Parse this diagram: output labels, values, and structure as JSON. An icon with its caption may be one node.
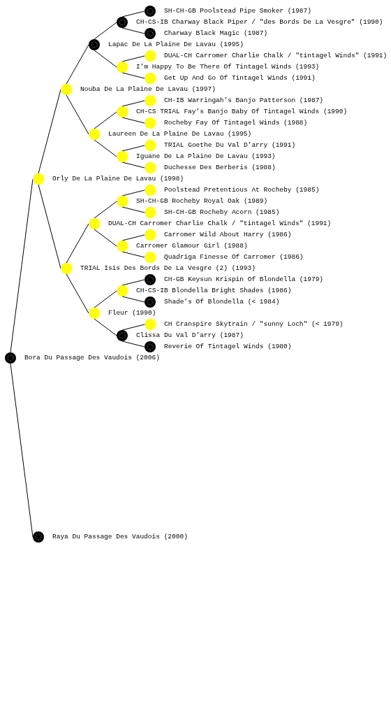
{
  "diagram": {
    "nodes": [
      {
        "text": [
          "SH-CH-GB Poolstead Pipe Smoker (1987)"
        ]
      },
      {
        "text": [
          "CH-CS-IB Charway Black Piper / \"des Bords De La Vesgre\" (1990)"
        ]
      },
      {
        "text": [
          "Charway Black Magic (1987)"
        ]
      },
      {
        "text": [
          "Lapac De La Plaine De Lavau (1995)"
        ]
      },
      {
        "text": [
          "DUAL-CH Carromer Charlie Chalk / \"tintagel Winds\" (1991)"
        ]
      },
      {
        "text": [
          "I’m Happy To Be There Of Tintagel Winds (1993)"
        ]
      },
      {
        "text": [
          "Get Up And Go Of Tintagel Winds (1991)"
        ]
      },
      {
        "text": [
          "Nouba De La Plaine De Lavau (1997)"
        ]
      },
      {
        "text": [
          "CH-IB Warringah’s Banjo Patterson (1987)"
        ]
      },
      {
        "text": [
          "CH-CS TRIAL Fay’s Banjo Baby Of Tintagel Winds (1990)"
        ]
      },
      {
        "text": [
          "Rocheby Fay Of Tintagel Winds (1988)"
        ]
      },
      {
        "text": [
          "Laureen De La Plaine De Lavau (1995)"
        ]
      },
      {
        "text": [
          "TRIAL Goethe Du Val D’arry (1991)"
        ]
      },
      {
        "text": [
          "Iguane De La Plaine De Lavau (1993)"
        ]
      },
      {
        "text": [
          "Duchesse Des Berberis (1988)"
        ]
      },
      {
        "text": [
          "Orly De La Plaine De Lavau (1998)"
        ]
      },
      {
        "text": [
          "Poolstead Pretentious At Rocheby (1985)"
        ]
      },
      {
        "text": [
          "SH-CH-GB Rocheby Royal Oak (1989)"
        ]
      },
      {
        "text": [
          "SH-CH-GB Rocheby Acorn (1985)"
        ]
      },
      {
        "text": [
          "DUAL-CH Carromer Charlie Chalk / \"tintagel Winds\" (1991)"
        ]
      },
      {
        "text": [
          "Carromer Wild About Harry (1986)"
        ]
      },
      {
        "text": [
          "Carromer Glamour Girl (1988)"
        ]
      },
      {
        "text": [
          "Quadriga Finesse Of Carromer (1986)"
        ]
      },
      {
        "text": [
          "TRIAL Isis Des Bords De La Vesgre (2) (1993)"
        ]
      },
      {
        "text": [
          "CH-GB Keysun Krispin Of Blondella (1979)"
        ]
      },
      {
        "text": [
          "CH-CS-IB Blondella Bright Shades (1986)"
        ]
      },
      {
        "text": [
          "Shade’s Of Blondella (< 1984)"
        ]
      },
      {
        "text": [
          "Fleur (1990)"
        ]
      },
      {
        "text": [
          "CH Cranspire Skytrain / \"sunny Loch\" (< 1979)"
        ]
      },
      {
        "text": [
          "Clissa Du Val D’arry (1987)"
        ]
      },
      {
        "text": [
          "Reverie Of Tintagel Winds (1980)"
        ]
      },
      {
        "text": [
          "Bora Du Passage Des Vaudois (2006)"
        ]
      },
      {
        "text": [
          "Raya Du Passage Des Vaudois (2000)"
        ]
      }
    ],
    "edges": [
      {
        "from": 31,
        "to": 15,
        "arrow": "none"
      },
      {
        "from": 31,
        "to": 32,
        "arrow": "none"
      },
      {
        "from": 15,
        "to": 7,
        "arrow": "none"
      },
      {
        "from": 15,
        "to": 23,
        "arrow": "none"
      },
      {
        "from": 7,
        "to": 3,
        "arrow": "none"
      },
      {
        "from": 7,
        "to": 11,
        "arrow": "none"
      },
      {
        "from": 23,
        "to": 19,
        "arrow": "none"
      },
      {
        "from": 23,
        "to": 27,
        "arrow": "none"
      },
      {
        "from": 3,
        "to": 1,
        "arrow": "none"
      },
      {
        "from": 3,
        "to": 5,
        "arrow": "none"
      },
      {
        "from": 11,
        "to": 9,
        "arrow": "none"
      },
      {
        "from": 11,
        "to": 13,
        "arrow": "none"
      },
      {
        "from": 19,
        "to": 17,
        "arrow": "none"
      },
      {
        "from": 19,
        "to": 21,
        "arrow": "none"
      },
      {
        "from": 27,
        "to": 25,
        "arrow": "none"
      },
      {
        "from": 27,
        "to": 29,
        "arrow": "none"
      },
      {
        "from": 1,
        "to": 0,
        "arrow": "none"
      },
      {
        "from": 1,
        "to": 2,
        "arrow": "none"
      },
      {
        "from": 5,
        "to": 4,
        "arrow": "none"
      },
      {
        "from": 5,
        "to": 6,
        "arrow": "none"
      },
      {
        "from": 9,
        "to": 8,
        "arrow": "none"
      },
      {
        "from": 9,
        "to": 10,
        "arrow": "none"
      },
      {
        "from": 13,
        "to": 12,
        "arrow": "none"
      },
      {
        "from": 13,
        "to": 14,
        "arrow": "none"
      },
      {
        "from": 17,
        "to": 16,
        "arrow": "none"
      },
      {
        "from": 17,
        "to": 18,
        "arrow": "none"
      },
      {
        "from": 21,
        "to": 20,
        "arrow": "none"
      },
      {
        "from": 21,
        "to": 22,
        "arrow": "none"
      },
      {
        "from": 25,
        "to": 24,
        "arrow": "none"
      },
      {
        "from": 25,
        "to": 26,
        "arrow": "none"
      },
      {
        "from": 29,
        "to": 28,
        "arrow": "none"
      },
      {
        "from": 29,
        "to": 30,
        "arrow": "none"
      }
    ]
  }
}
